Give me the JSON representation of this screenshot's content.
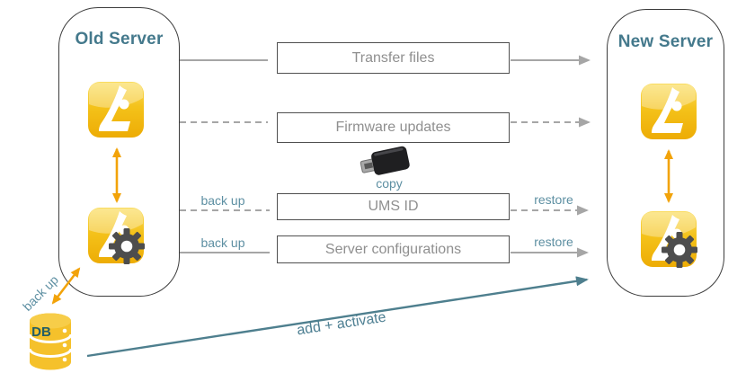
{
  "old_server": {
    "title": "Old Server"
  },
  "new_server": {
    "title": "New Server"
  },
  "steps": {
    "transfer_files": "Transfer files",
    "firmware_updates": "Firmware updates",
    "ums_id": "UMS ID",
    "server_configurations": "Server configurations"
  },
  "labels": {
    "back_up_ums": "back up",
    "restore_ums": "restore",
    "back_up_config": "back up",
    "restore_config": "restore",
    "back_up_db": "back up",
    "copy": "copy",
    "add_activate": "add + activate",
    "db": "DB"
  },
  "colors": {
    "title_teal": "#44798c",
    "label_teal": "#5d8fa2",
    "arrow_teal": "#4e7f8e",
    "line_gray": "#a6a6a6",
    "box_border_gray": "#4f4f4f",
    "box_text_gray": "#8f8f8f",
    "igel_yellow": "#f3bd13",
    "sync_orange": "#f2a30a",
    "gear_gray": "#4d4d4d",
    "db_yellow": "#f5c12b",
    "usb_black": "#1f1f21"
  }
}
